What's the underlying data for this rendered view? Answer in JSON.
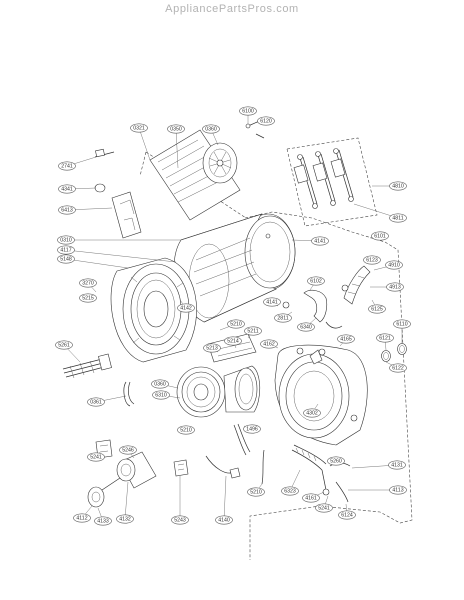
{
  "site": {
    "watermark": "AppliancePartsPros.com"
  },
  "callouts": [
    {
      "id": "c-6100-top",
      "label": "6100"
    },
    {
      "id": "c-6120-top",
      "label": "6120"
    },
    {
      "id": "c-0321",
      "label": "0321"
    },
    {
      "id": "c-0350",
      "label": "0350"
    },
    {
      "id": "c-0360",
      "label": "0360"
    },
    {
      "id": "c-2741",
      "label": "2741"
    },
    {
      "id": "c-4341",
      "label": "4341"
    },
    {
      "id": "c-6413",
      "label": "6413"
    },
    {
      "id": "c-0310",
      "label": "0310"
    },
    {
      "id": "c-4117",
      "label": "4117"
    },
    {
      "id": "c-5148",
      "label": "5148"
    },
    {
      "id": "c-4141",
      "label": "4141"
    },
    {
      "id": "c-5210",
      "label": "5210"
    },
    {
      "id": "c-5211",
      "label": "5211"
    },
    {
      "id": "c-5213",
      "label": "5213"
    },
    {
      "id": "c-5214",
      "label": "5214"
    },
    {
      "id": "c-3270",
      "label": "3270"
    },
    {
      "id": "c-5215",
      "label": "5215"
    },
    {
      "id": "c-4810",
      "label": "4810"
    },
    {
      "id": "c-4811",
      "label": "4811"
    },
    {
      "id": "c-5261",
      "label": "5261"
    },
    {
      "id": "c-0361",
      "label": "0361"
    },
    {
      "id": "c-0360b",
      "label": "0360"
    },
    {
      "id": "c-6310",
      "label": "6310"
    },
    {
      "id": "c-4910",
      "label": "4910"
    },
    {
      "id": "c-4913",
      "label": "4913"
    },
    {
      "id": "c-6102",
      "label": "6102"
    },
    {
      "id": "c-2811",
      "label": "2811"
    },
    {
      "id": "c-6340",
      "label": "6340"
    },
    {
      "id": "c-6101",
      "label": "6101"
    },
    {
      "id": "c-4141b",
      "label": "4141"
    },
    {
      "id": "c-4142",
      "label": "4142"
    },
    {
      "id": "c-6121",
      "label": "6121"
    },
    {
      "id": "c-6110",
      "label": "6110"
    },
    {
      "id": "c-6122",
      "label": "6122"
    },
    {
      "id": "c-4162",
      "label": "4162"
    },
    {
      "id": "c-4165",
      "label": "4165"
    },
    {
      "id": "c-1496",
      "label": "1496"
    },
    {
      "id": "c-5210b",
      "label": "5210"
    },
    {
      "id": "c-4302",
      "label": "4302"
    },
    {
      "id": "c-5241",
      "label": "5241"
    },
    {
      "id": "c-5246",
      "label": "5246"
    },
    {
      "id": "c-5243",
      "label": "5243"
    },
    {
      "id": "c-4140",
      "label": "4140"
    },
    {
      "id": "c-5210c",
      "label": "5210"
    },
    {
      "id": "c-5260",
      "label": "5260"
    },
    {
      "id": "c-6323",
      "label": "6323"
    },
    {
      "id": "c-4161",
      "label": "4161"
    },
    {
      "id": "c-5241b",
      "label": "5241"
    },
    {
      "id": "c-4113",
      "label": "4113"
    },
    {
      "id": "c-4131",
      "label": "4131"
    },
    {
      "id": "c-4132",
      "label": "4132"
    },
    {
      "id": "c-4133",
      "label": "4133"
    },
    {
      "id": "c-6123",
      "label": "6123"
    },
    {
      "id": "c-6124",
      "label": "6124"
    },
    {
      "id": "c-6125",
      "label": "6125"
    },
    {
      "id": "c-4112",
      "label": "4112"
    }
  ]
}
